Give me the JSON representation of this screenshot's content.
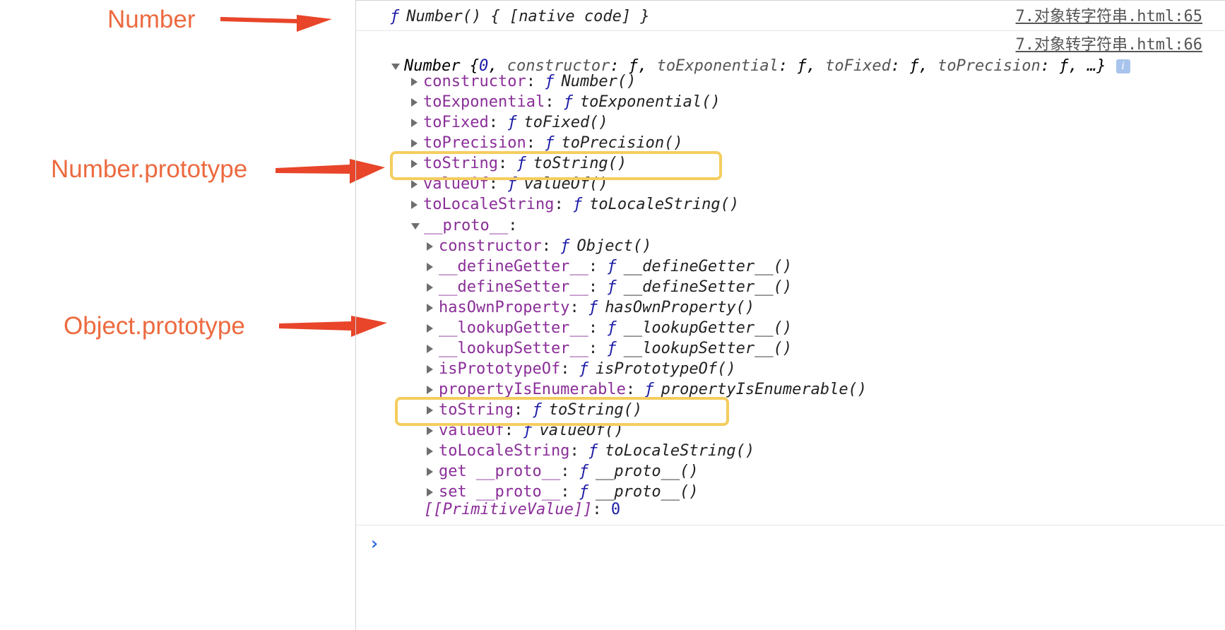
{
  "annotations": {
    "number": "Number",
    "number_prototype": "Number.prototype",
    "object_prototype": "Object.prototype",
    "color": "#ec6a3f",
    "highlight_color": "#f5cd5e"
  },
  "console": {
    "log1": {
      "f": "ƒ",
      "text": "Number() { [native code] }",
      "source": "7.对象转字符串.html:65"
    },
    "log2": {
      "source": "7.对象转字符串.html:66",
      "summary": {
        "head": "Number {",
        "prim": "0",
        "rest1": ", ",
        "k1": "constructor",
        "v1": "ƒ",
        "k2": "toExponential",
        "v2": "ƒ",
        "k3": "toFixed",
        "v3": "ƒ",
        "k4": "toPrecision",
        "v4": "ƒ",
        "tail": "…}"
      },
      "number_proto": [
        {
          "key": "constructor",
          "f": "ƒ",
          "value": "Number()"
        },
        {
          "key": "toExponential",
          "f": "ƒ",
          "value": "toExponential()"
        },
        {
          "key": "toFixed",
          "f": "ƒ",
          "value": "toFixed()"
        },
        {
          "key": "toPrecision",
          "f": "ƒ",
          "value": "toPrecision()"
        },
        {
          "key": "toString",
          "f": "ƒ",
          "value": "toString()"
        },
        {
          "key": "valueOf",
          "f": "ƒ",
          "value": "valueOf()"
        },
        {
          "key": "toLocaleString",
          "f": "ƒ",
          "value": "toLocaleString()"
        }
      ],
      "proto_label": "__proto__",
      "object_proto": [
        {
          "key": "constructor",
          "f": "ƒ",
          "value": "Object()"
        },
        {
          "key": "__defineGetter__",
          "f": "ƒ",
          "value": "__defineGetter__()"
        },
        {
          "key": "__defineSetter__",
          "f": "ƒ",
          "value": "__defineSetter__()"
        },
        {
          "key": "hasOwnProperty",
          "f": "ƒ",
          "value": "hasOwnProperty()"
        },
        {
          "key": "__lookupGetter__",
          "f": "ƒ",
          "value": "__lookupGetter__()"
        },
        {
          "key": "__lookupSetter__",
          "f": "ƒ",
          "value": "__lookupSetter__()"
        },
        {
          "key": "isPrototypeOf",
          "f": "ƒ",
          "value": "isPrototypeOf()"
        },
        {
          "key": "propertyIsEnumerable",
          "f": "ƒ",
          "value": "propertyIsEnumerable()"
        },
        {
          "key": "toString",
          "f": "ƒ",
          "value": "toString()"
        },
        {
          "key": "valueOf",
          "f": "ƒ",
          "value": "valueOf()"
        },
        {
          "key": "toLocaleString",
          "f": "ƒ",
          "value": "toLocaleString()"
        },
        {
          "key": "get __proto__",
          "f": "ƒ",
          "value": "__proto__()"
        },
        {
          "key": "set __proto__",
          "f": "ƒ",
          "value": "__proto__()"
        }
      ],
      "primitive_key": "[[PrimitiveValue]]",
      "primitive_value": "0"
    },
    "prompt": "›"
  }
}
